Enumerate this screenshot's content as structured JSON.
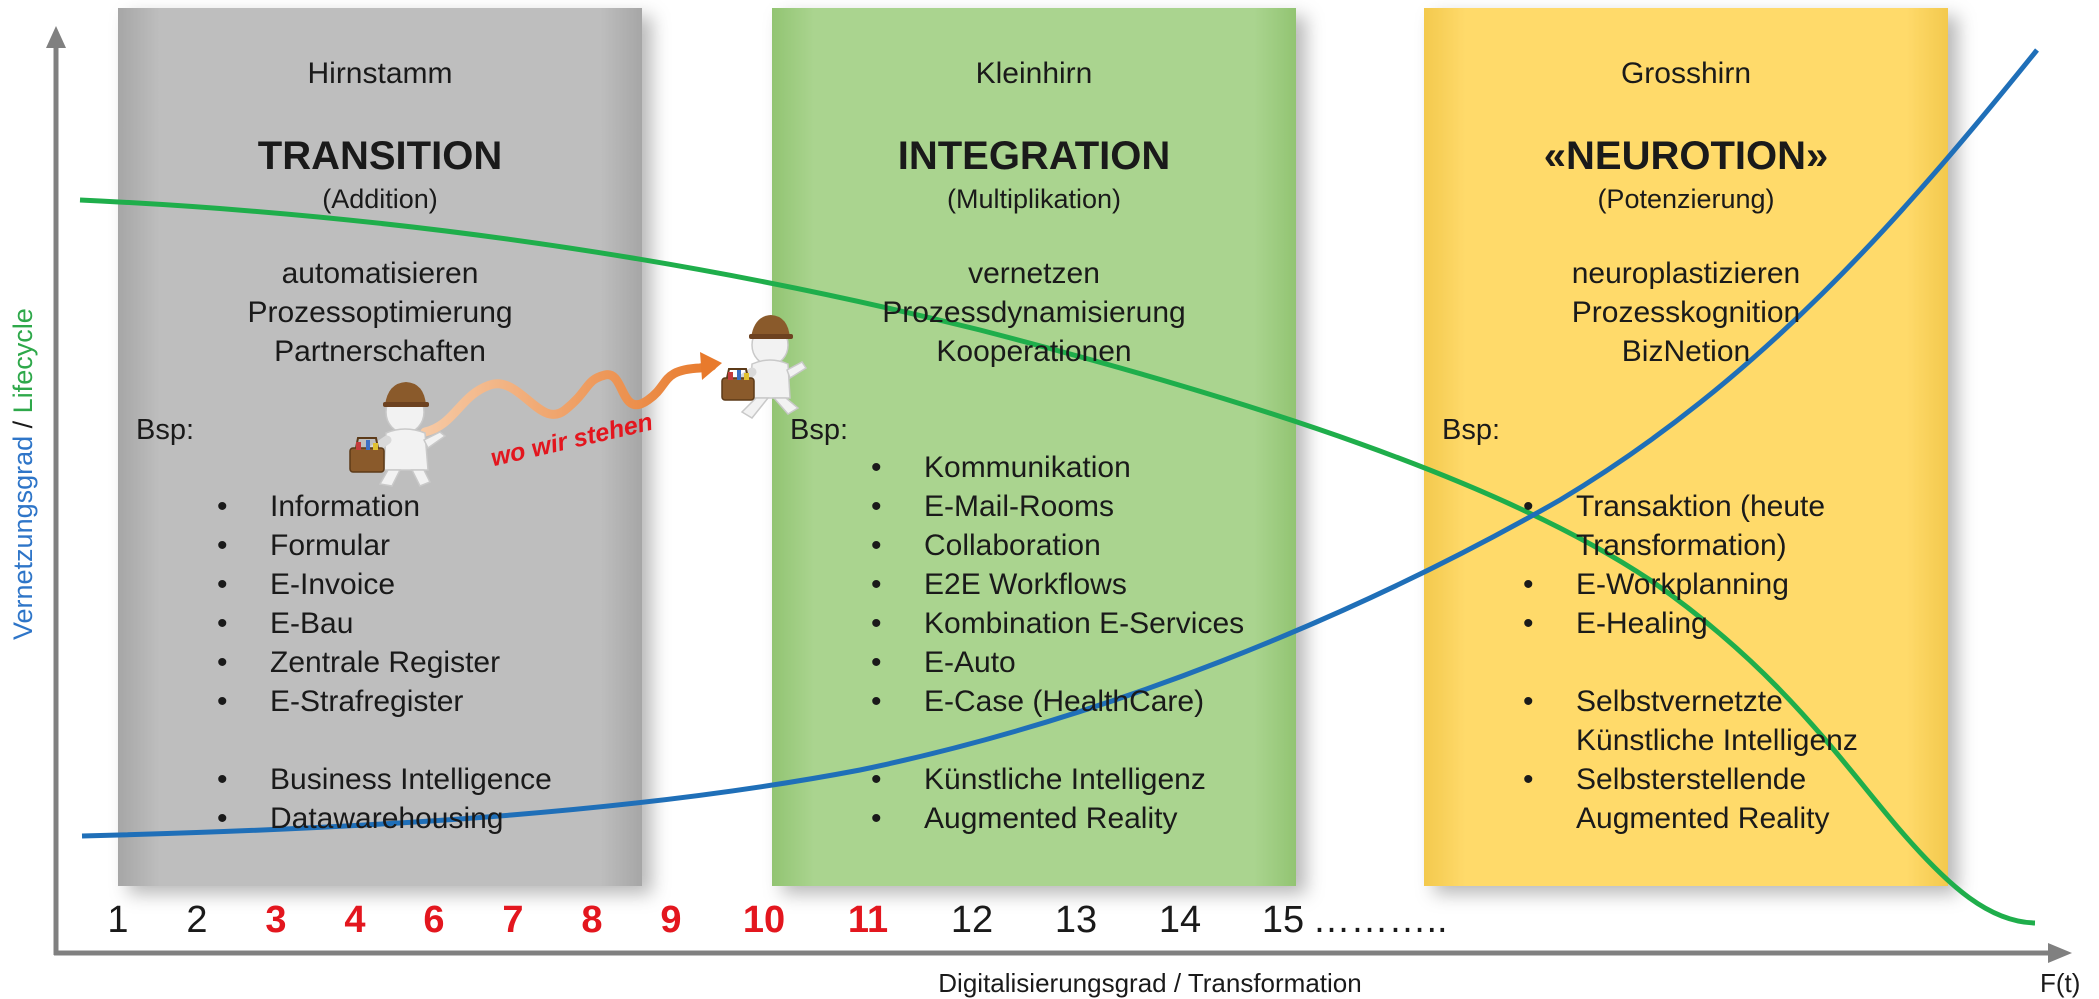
{
  "panels": [
    {
      "label": "Hirnstamm",
      "title": "TRANSITION",
      "subtitle": "(Addition)",
      "verbs": [
        "automatisieren",
        "Prozessoptimierung",
        "Partnerschaften"
      ],
      "bsp": "Bsp:",
      "items": [
        "Information",
        "Formular",
        "E-Invoice",
        "E-Bau",
        "Zentrale Register",
        "E-Strafregister",
        "",
        "Business Intelligence",
        "Datawarehousing"
      ],
      "color": "#bdbdbd"
    },
    {
      "label": "Kleinhirn",
      "title": "INTEGRATION",
      "subtitle": "(Multiplikation)",
      "verbs": [
        "vernetzen",
        "Prozessdynamisierung",
        "Kooperationen"
      ],
      "bsp": "Bsp:",
      "items": [
        "Kommunikation",
        "E-Mail-Rooms",
        "Collaboration",
        "E2E Workflows",
        "Kombination E-Services",
        "E-Auto",
        "E-Case (HealthCare)",
        "",
        "Künstliche Intelligenz",
        "Augmented Reality"
      ],
      "color": "#a9d18e"
    },
    {
      "label": "Grosshirn",
      "title": "«NEUROTION»",
      "subtitle": "(Potenzierung)",
      "verbs": [
        "neuroplastizieren",
        "Prozesskognition",
        "BizNetion"
      ],
      "bsp": "Bsp:",
      "items": [
        "Transaktion (heute",
        "Transformation)",
        "E-Workplanning",
        "E-Healing",
        "",
        "Selbstvernetzte",
        "Künstliche Intelligenz",
        "Selbsterstellende",
        "Augmented Reality"
      ],
      "item_bullets": [
        true,
        false,
        true,
        true,
        false,
        true,
        false,
        true,
        false
      ],
      "color": "#ffd966"
    }
  ],
  "annotation": "wo wir stehen",
  "axis": {
    "x_label": "Digitalisierungsgrad / Transformation",
    "x_end": "F(t)",
    "y_label_part1": "Vernetzungsgrad",
    "y_label_sep": " / ",
    "y_label_part2": "Lifecycle"
  },
  "numbers": [
    {
      "text": "1",
      "red": false
    },
    {
      "text": "2",
      "red": false
    },
    {
      "text": "3",
      "red": true
    },
    {
      "text": "4",
      "red": true
    },
    {
      "text": "6",
      "red": true
    },
    {
      "text": "7",
      "red": true
    },
    {
      "text": "8",
      "red": true
    },
    {
      "text": "9",
      "red": true
    },
    {
      "text": "10",
      "red": true
    },
    {
      "text": "11",
      "red": true
    },
    {
      "text": "12",
      "red": false
    },
    {
      "text": "13",
      "red": false
    },
    {
      "text": "14",
      "red": false
    },
    {
      "text": "15",
      "red": false
    },
    {
      "text": "………..",
      "red": false
    }
  ],
  "colors": {
    "blue_curve": "#1f6fb8",
    "green_curve": "#1fae4b",
    "axis": "#808080",
    "red": "#e3161e"
  }
}
